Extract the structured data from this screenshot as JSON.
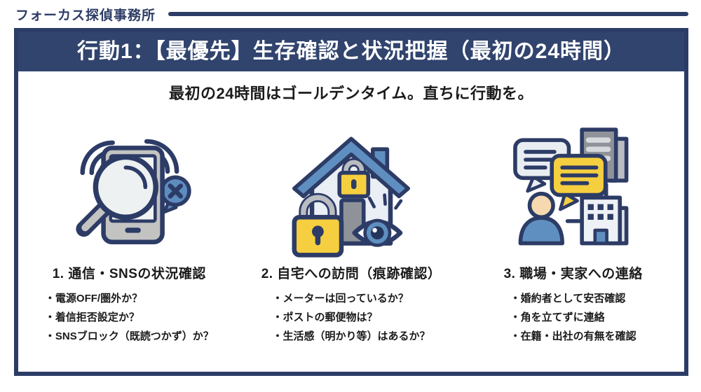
{
  "brand": "フォーカス探偵事務所",
  "banner": {
    "title": "行動1：【最優先】生存確認と状況把握（最初の24時間）"
  },
  "subtitle": "最初の24時間はゴールデンタイム。直ちに行動を。",
  "columns": [
    {
      "icon": "phone-search-icon",
      "heading": "1. 通信・SNSの状況確認",
      "bullets": [
        "・電源OFF/圏外か？",
        "・着信拒否設定か？",
        "・SNSブロック（既読つかず）か？"
      ]
    },
    {
      "icon": "house-inspection-icon",
      "heading": "2. 自宅への訪問（痕跡確認）",
      "bullets": [
        "・メーターは回っているか？",
        "・ポストの郵便物は？",
        "・生活感（明かり等）はあるか？"
      ]
    },
    {
      "icon": "workplace-contact-icon",
      "heading": "3. 職場・実家への連絡",
      "bullets": [
        "・婚約者として安否確認",
        "・角を立てずに連絡",
        "・在籍・出社の有無を確認"
      ]
    }
  ],
  "colors": {
    "navy": "#2d3c66",
    "banner_navy": "#31446e",
    "blue": "#5f8fc0",
    "bubble_blue": "#5d8cc0",
    "yellow": "#f5cf3f",
    "gray": "#8f9399",
    "light_gray": "#b9bdc2",
    "panel_light": "#eaeef5",
    "skin": "#f6d9ae",
    "text": "#1b1b1b"
  }
}
